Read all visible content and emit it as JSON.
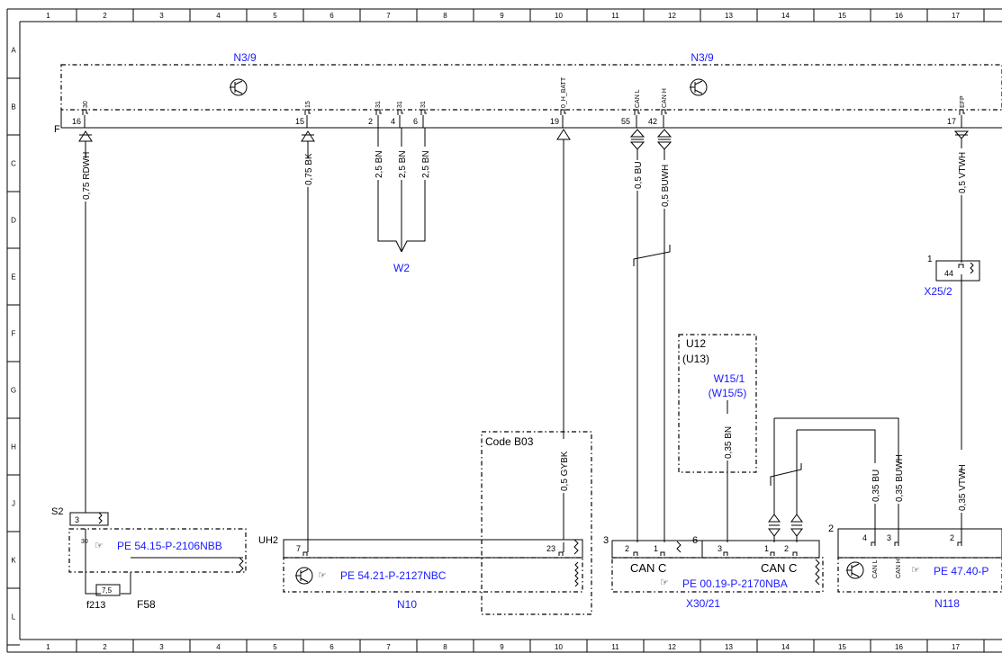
{
  "grid": {
    "columns": [
      "1",
      "2",
      "3",
      "4",
      "5",
      "6",
      "7",
      "8",
      "9",
      "10",
      "11",
      "12",
      "13",
      "14",
      "15",
      "16",
      "17"
    ],
    "rows": [
      "A",
      "B",
      "C",
      "D",
      "E",
      "F",
      "G",
      "H",
      "J",
      "K",
      "L"
    ]
  },
  "components": {
    "n3_9_left": "N3/9",
    "n3_9_right": "N3/9",
    "w2": "W2",
    "x25_2": "X25/2",
    "u12": "U12",
    "u13": "(U13)",
    "w15_1": "W15/1",
    "w15_5": "(W15/5)",
    "code_b03": "Code B03",
    "s2": "S2",
    "f213": "f213",
    "f58": "F58",
    "uh2": "UH2",
    "n10": "N10",
    "x30_21": "X30/21",
    "n118": "N118",
    "f_line": "F"
  },
  "top_pins": {
    "p30": "30",
    "p15": "15",
    "p31a": "31",
    "p31b": "31",
    "p31c": "31",
    "p0hbatt": "0_H_BATT",
    "pcanl": "CAN L",
    "pcanh": "CAN H",
    "pefp": "EFP"
  },
  "top_numbers": {
    "n16": "16",
    "n15": "15",
    "n2": "2",
    "n4": "4",
    "n6": "6",
    "n19": "19",
    "n55": "55",
    "n42": "42",
    "n17": "17"
  },
  "wires": {
    "w_rdwh": "0,75 RDWH",
    "w_bk": "0,75 BK",
    "w_bn1": "2,5 BN",
    "w_bn2": "2,5 BN",
    "w_bn3": "2,5 BN",
    "w_gybk": "0,5 GYBK",
    "w_bu": "0,5 BU",
    "w_buwh": "0,5 BUWH",
    "w_vtwh": "0,5 VTWH",
    "w_035bn": "0,35 BN",
    "w_035bu": "0,35 BU",
    "w_035buwh": "0,35 BUWH",
    "w_035vtwh": "0,35 VTWH"
  },
  "refs": {
    "pe_s2": "PE 54.15-P-2106NBB",
    "pe_n10": "PE 54.21-P-2127NBC",
    "pe_x30": "PE 00.19-P-2170NBA",
    "pe_n118": "PE 47.40-P"
  },
  "lower_pins": {
    "s2_3": "3",
    "s2_30": "30",
    "fuse": "7,5",
    "n10_7": "7",
    "n10_23": "23",
    "x30_3": "3",
    "x30_6": "6",
    "x30_p2": "2",
    "x30_p1": "1",
    "x30_p3": "3",
    "x30_p1b": "1",
    "x30_p2b": "2",
    "can_c1": "CAN C",
    "can_c2": "CAN C",
    "n118_2": "2",
    "n118_4": "4",
    "n118_3": "3",
    "n118_2b": "2",
    "n118_canl": "CAN L",
    "n118_canh": "CAN H",
    "x25_1": "1",
    "x25_44": "44"
  }
}
